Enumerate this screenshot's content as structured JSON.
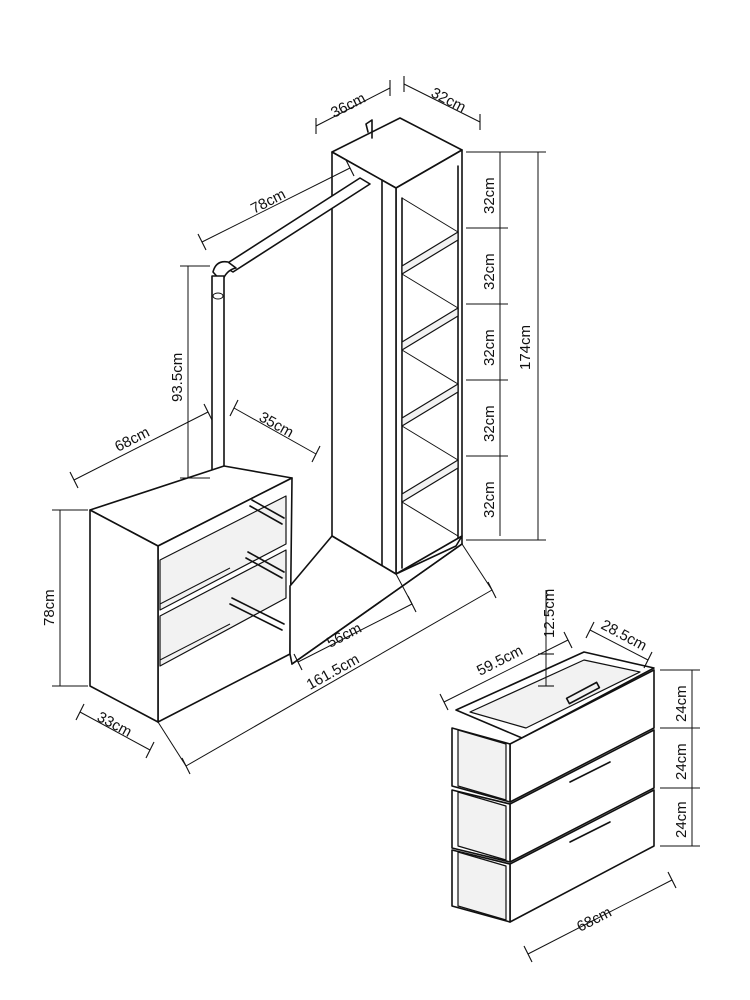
{
  "top_unit": {
    "depth": "36cm",
    "width": "32cm",
    "height": "174cm",
    "shelf_heights": [
      "32cm",
      "32cm",
      "32cm",
      "32cm",
      "32cm"
    ]
  },
  "rail": {
    "length": "78cm",
    "height": "93.5cm"
  },
  "dresser": {
    "width": "68cm",
    "depth_top": "35cm",
    "height": "78cm",
    "depth_side": "33cm"
  },
  "base": {
    "inner_width": "56cm",
    "total_width": "161.5cm"
  },
  "drawer_detail": {
    "drawer_length": "59.5cm",
    "drawer_depth": "12.5cm",
    "drawer_width": "28.5cm",
    "front_heights": [
      "24cm",
      "24cm",
      "24cm"
    ],
    "total_width": "68cm"
  }
}
